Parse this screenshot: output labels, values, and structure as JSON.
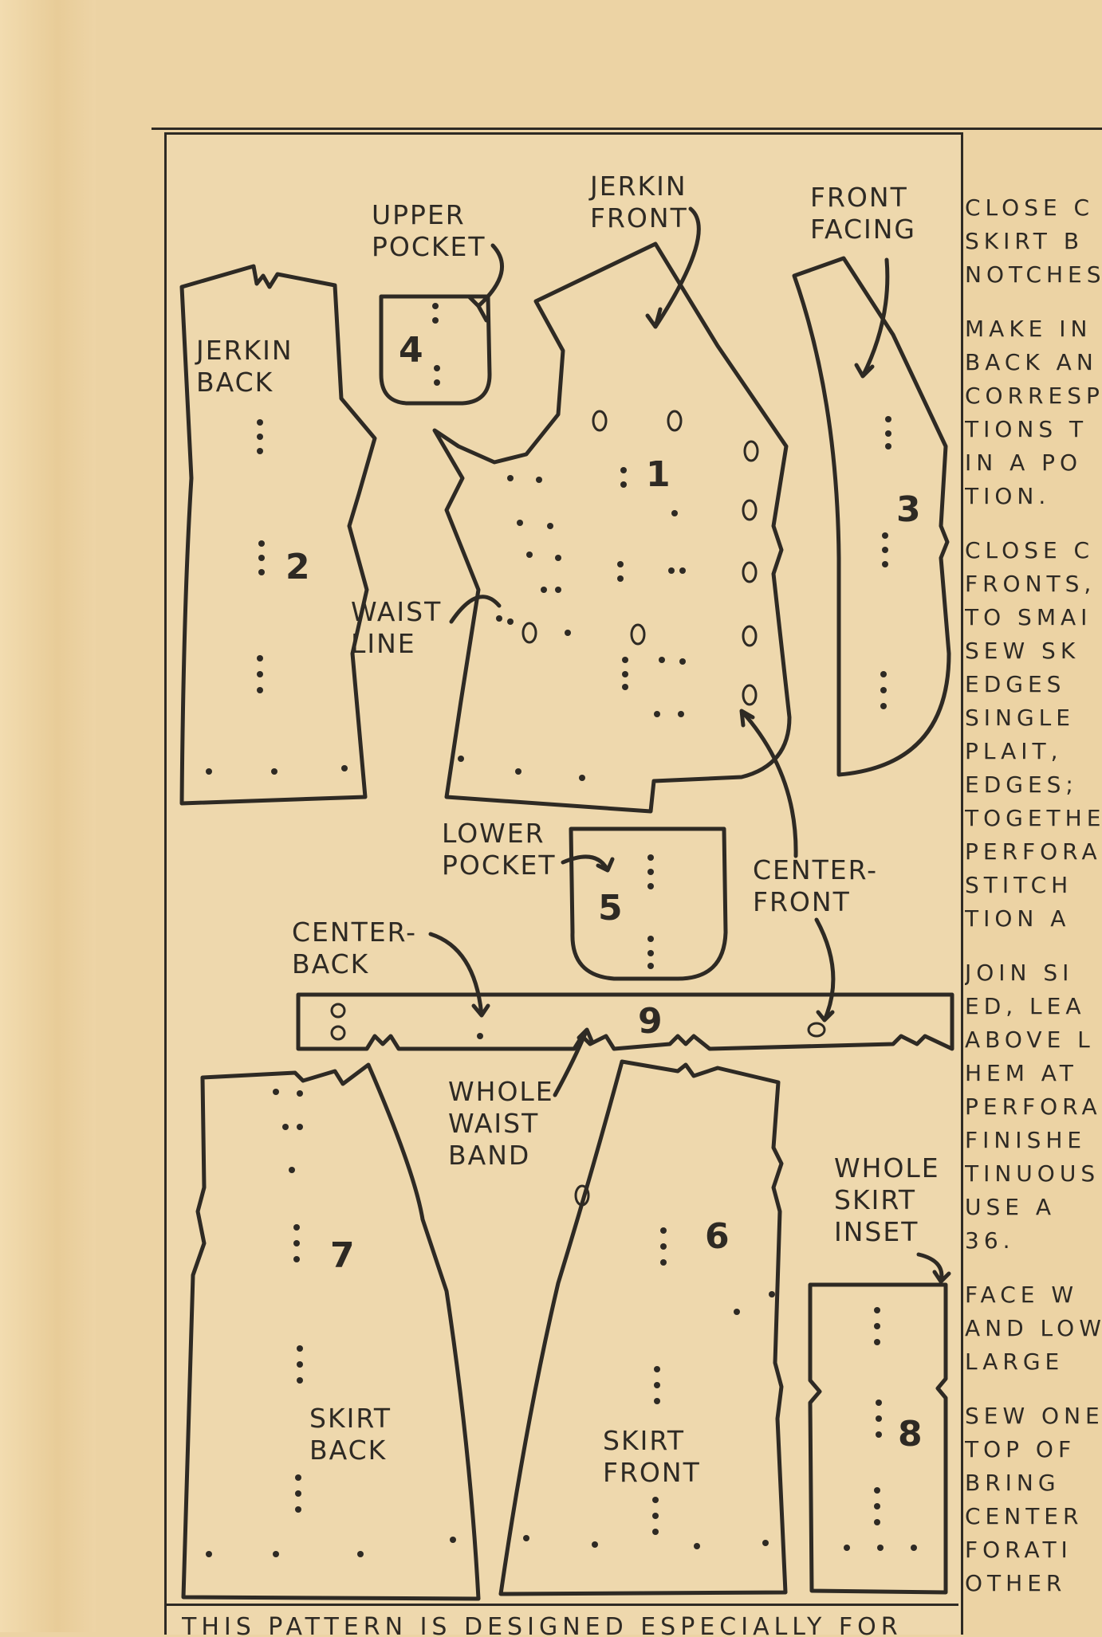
{
  "labels": {
    "jerkin_front": "JERKIN\nFRONT",
    "upper_pocket": "UPPER\nPOCKET",
    "front_facing": "FRONT\nFACING",
    "jerkin_back": "JERKIN\nBACK",
    "waist_line": "WAIST\nLINE",
    "lower_pocket": "LOWER\nPOCKET",
    "center_front": "CENTER-\nFRONT",
    "center_back": "CENTER-\nBACK",
    "whole_waist_band": "WHOLE\nWAIST\nBAND",
    "whole_skirt_inset": "WHOLE\nSKIRT\nINSET",
    "skirt_back": "SKIRT\nBACK",
    "skirt_front": "SKIRT\nFRONT"
  },
  "piece_numbers": {
    "p1": "1",
    "p2": "2",
    "p3": "3",
    "p4": "4",
    "p5": "5",
    "p6": "6",
    "p7": "7",
    "p8": "8",
    "p9": "9"
  },
  "instructions": [
    [
      "CLOSE C",
      "SKIRT B",
      "NOTCHES"
    ],
    [
      "MAKE IN",
      "BACK AN",
      "CORRESP",
      "TIONS T",
      "IN A PO",
      "TION."
    ],
    [
      "CLOSE C",
      "FRONTS,",
      "TO SMAI",
      "SEW SK",
      "EDGES",
      "SINGLE",
      "PLAIT,",
      "EDGES;",
      "TOGETHE",
      "PERFORA",
      "STITCH",
      "TION A"
    ],
    [
      "JOIN SI",
      "ED, LEA",
      "ABOVE L",
      "HEM AT",
      "PERFORA",
      "FINISHE",
      "TINUOUS",
      "USE A",
      "36."
    ],
    [
      "FACE W",
      "AND LOW",
      "LARGE"
    ],
    [
      "SEW ONE",
      "TOP OF",
      "BRING",
      "CENTER",
      "FORATI",
      "OTHER"
    ]
  ],
  "footer": "THIS PATTERN IS DESIGNED ESPECIALLY FOR"
}
